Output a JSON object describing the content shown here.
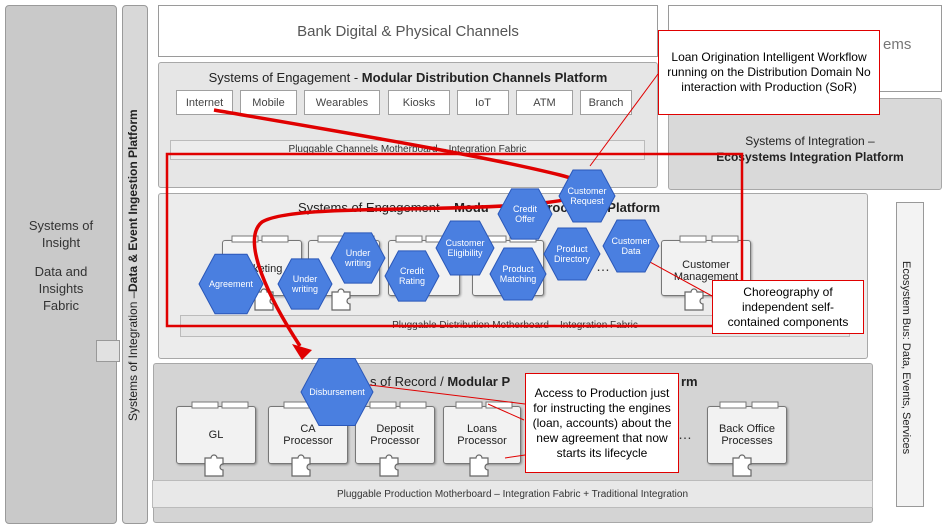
{
  "left_column": {
    "title": "Systems of Insight",
    "subtitle": "Data and Insights Fabric"
  },
  "ingestion": {
    "prefix": "Systems of Integration –",
    "bold": "Data & Event Ingestion Platform"
  },
  "top_banner": {
    "title": "Bank Digital & Physical Channels"
  },
  "top_right_box": {
    "partial_text": "ems"
  },
  "channels_platform": {
    "prefix": "Systems of Engagement - ",
    "bold": "Modular Distribution Channels Platform",
    "channels": [
      "Internet",
      "Mobile",
      "Wearables",
      "Kiosks",
      "IoT",
      "ATM",
      "Branch"
    ],
    "motherboard": "Pluggable Channels Motherboard – Integration Fabric"
  },
  "ecosystems_platform": {
    "line1": "Systems of Integration –",
    "line2": "Ecosystems Integration Platform"
  },
  "processes_platform": {
    "prefix": "Systems of Engagement ",
    "bold_left": "– Modu",
    "bold_right": "rocesses Platform",
    "bold_mid": "ribu",
    "components": [
      "keting",
      "Customer Management"
    ],
    "dots": "…",
    "motherboard": "Pluggable Distribution Motherboard – Integration Fabric"
  },
  "record_platform": {
    "prefix": "s of Record / ",
    "bold": "Modular P",
    "bold_tail": "rm",
    "components": [
      "GL",
      "CA Processor",
      "Deposit Processor",
      "Loans Processor",
      "Back Office Processes"
    ],
    "dots": "…",
    "motherboard": "Pluggable Production Motherboard –  Integration Fabric + Traditional Integration"
  },
  "ecosystem_bus": {
    "label": "Ecosystem Bus: Data, Events, Services"
  },
  "hexagons": [
    {
      "label": "Customer Request"
    },
    {
      "label": "Credit Offer"
    },
    {
      "label": "Customer Eligibility"
    },
    {
      "label": "Product Directory"
    },
    {
      "label": "Customer Data"
    },
    {
      "label": "Under writing"
    },
    {
      "label": "Agreement"
    },
    {
      "label": "Under writing"
    },
    {
      "label": "Credit Rating"
    },
    {
      "label": "Product Matching"
    },
    {
      "label": "Disbursement"
    }
  ],
  "callouts": {
    "loan_origination": "Loan Origination Intelligent Workflow running on the Distribution Domain No interaction with Production (SoR)",
    "choreography": "Choreography of independent self-contained components",
    "access_production": "Access to Production just for instructing the engines (loan, accounts) about the new agreement that now starts its lifecycle"
  },
  "colors": {
    "hexagon_fill": "#4a7fe0",
    "hexagon_stroke": "#2a57b8",
    "red": "#e00000",
    "panel_grey": "#c9c9c9"
  }
}
